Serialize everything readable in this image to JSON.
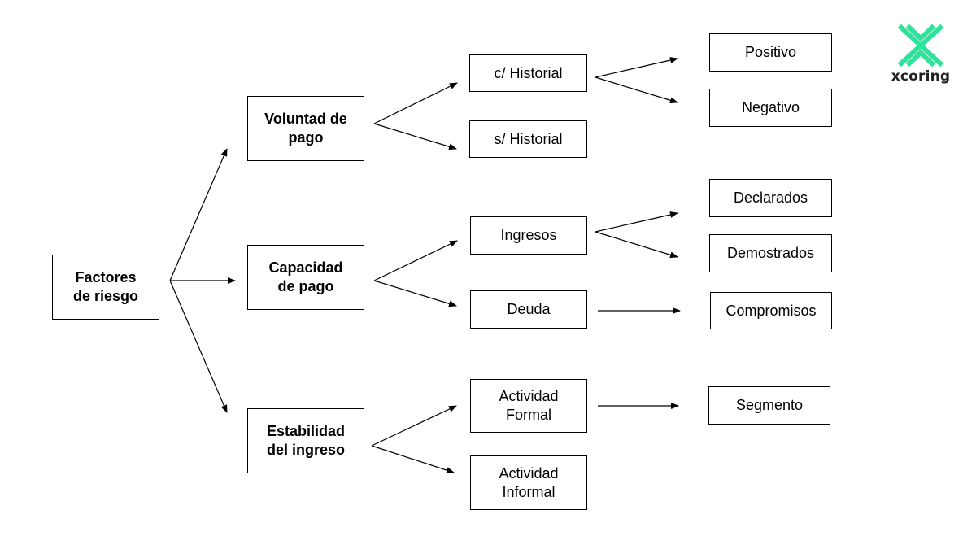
{
  "colors": {
    "stroke": "#000000",
    "logo_green": "#2EE29A",
    "background": "#ffffff"
  },
  "logo": {
    "text": "xcoring",
    "icon": "xcoring-x-logo-icon"
  },
  "nodes": {
    "root": "Factores\nde riesgo",
    "voluntad": "Voluntad  de\npago",
    "capacidad": "Capacidad\nde pago",
    "estabilidad": "Estabilidad\ndel ingreso",
    "c_historial": "c/ Historial",
    "s_historial": "s/ Historial",
    "ingresos": "Ingresos",
    "deuda": "Deuda",
    "act_formal": "Actividad\nFormal",
    "act_informal": "Actividad\nInformal",
    "positivo": "Positivo",
    "negativo": "Negativo",
    "declarados": "Declarados",
    "demostrados": "Demostrados",
    "compromisos": "Compromisos",
    "segmento": "Segmento"
  },
  "edges": [
    [
      "root",
      "voluntad"
    ],
    [
      "root",
      "capacidad"
    ],
    [
      "root",
      "estabilidad"
    ],
    [
      "voluntad",
      "c_historial"
    ],
    [
      "voluntad",
      "s_historial"
    ],
    [
      "capacidad",
      "ingresos"
    ],
    [
      "capacidad",
      "deuda"
    ],
    [
      "estabilidad",
      "act_formal"
    ],
    [
      "estabilidad",
      "act_informal"
    ],
    [
      "c_historial",
      "positivo"
    ],
    [
      "c_historial",
      "negativo"
    ],
    [
      "ingresos",
      "declarados"
    ],
    [
      "ingresos",
      "demostrados"
    ],
    [
      "deuda",
      "compromisos"
    ],
    [
      "act_formal",
      "segmento"
    ]
  ]
}
